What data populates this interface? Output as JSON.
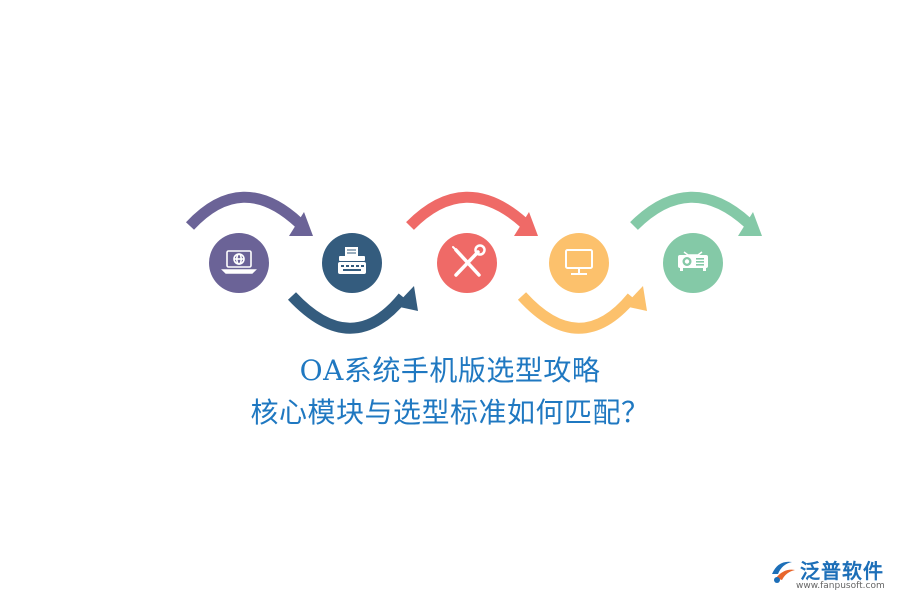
{
  "title": {
    "line1": "OA系统手机版选型攻略",
    "line2": "核心模块与选型标准如何匹配？",
    "color": "#1f78c1"
  },
  "steps": [
    {
      "icon": "laptop-globe-icon",
      "color": "#6b6397",
      "arc": "top"
    },
    {
      "icon": "typewriter-icon",
      "color": "#345c7e",
      "arc": "bottom"
    },
    {
      "icon": "tools-icon",
      "color": "#ef6a67",
      "arc": "top"
    },
    {
      "icon": "monitor-icon",
      "color": "#fcc16c",
      "arc": "bottom"
    },
    {
      "icon": "projector-icon",
      "color": "#84c9a7",
      "arc": "top"
    }
  ],
  "brand": {
    "name": "泛普软件",
    "url": "www.fanpusoft.com",
    "colors": {
      "primary": "#1d6fb8",
      "accent": "#e8662c"
    }
  }
}
